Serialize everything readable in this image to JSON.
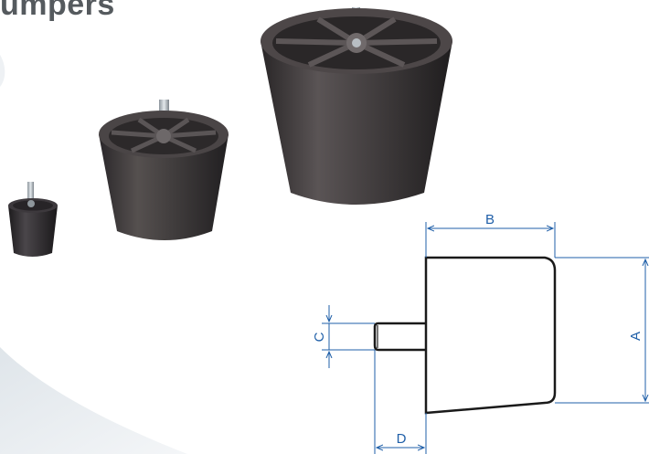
{
  "header": {
    "title": "umpers"
  },
  "products": [
    {
      "name": "small-bumper"
    },
    {
      "name": "medium-bumper"
    },
    {
      "name": "large-bumper"
    }
  ],
  "diagram": {
    "labels": {
      "a": "A",
      "b": "B",
      "c": "C",
      "d": "D"
    },
    "line_color": "#1f5fa8",
    "outline_color": "#1a1a1a"
  }
}
